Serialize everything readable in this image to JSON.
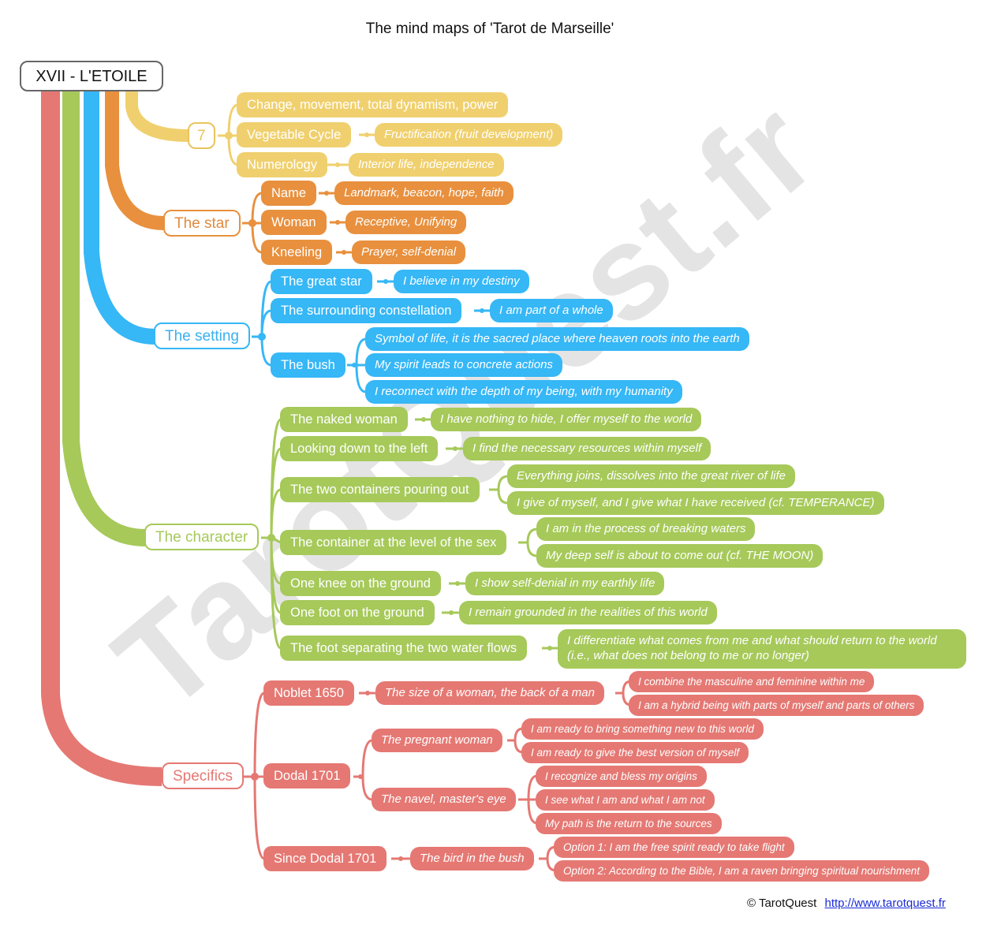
{
  "title": "The mind maps of 'Tarot de Marseille'",
  "watermark": "TarotQuest.fr",
  "root": "XVII - L'ETOILE",
  "colors": {
    "yellow": "#f0d06e",
    "orange": "#e8903e",
    "blue": "#36b7f6",
    "green": "#a6c95a",
    "red": "#e57873"
  },
  "branches": {
    "seven": {
      "label": "7",
      "items": [
        {
          "label": "Change, movement, total dynamism, power"
        },
        {
          "label": "Vegetable Cycle",
          "detail": "Fructification (fruit development)"
        },
        {
          "label": "Numerology",
          "detail": "Interior life, independence"
        }
      ]
    },
    "star": {
      "label": "The star",
      "items": [
        {
          "label": "Name",
          "detail": "Landmark, beacon, hope, faith"
        },
        {
          "label": "Woman",
          "detail": "Receptive, Unifying"
        },
        {
          "label": "Kneeling",
          "detail": "Prayer, self-denial"
        }
      ]
    },
    "setting": {
      "label": "The setting",
      "items": [
        {
          "label": "The great star",
          "detail": "I believe in my destiny"
        },
        {
          "label": "The surrounding constellation",
          "detail": "I am part of a whole"
        },
        {
          "label": "The bush",
          "details": [
            "Symbol of life, it is the sacred place where heaven roots into the earth",
            "My spirit leads to concrete actions",
            "I reconnect with the depth of my being, with my humanity"
          ]
        }
      ]
    },
    "character": {
      "label": "The character",
      "items": [
        {
          "label": "The naked woman",
          "detail": "I have nothing to hide, I offer myself to the world"
        },
        {
          "label": "Looking down to the left",
          "detail": "I find the necessary resources within myself"
        },
        {
          "label": "The two containers pouring out",
          "details": [
            "Everything joins, dissolves into the great river of life",
            "I give of myself, and I give what I have received (cf. TEMPERANCE)"
          ]
        },
        {
          "label": "The container at the level of the sex",
          "details": [
            "I am in the process of breaking waters",
            "My deep self is about to come out (cf. THE MOON)"
          ]
        },
        {
          "label": "One knee on the ground",
          "detail": "I show self-denial in my earthly life"
        },
        {
          "label": "One foot on the ground",
          "detail": "I remain grounded in the realities of this world"
        },
        {
          "label": "The foot separating the two water flows",
          "detail_line1": "I differentiate what comes from me and what should return to the world",
          "detail_line2": "(i.e., what does not belong to me or no longer)"
        }
      ]
    },
    "specifics": {
      "label": "Specifics",
      "items": [
        {
          "label": "Noblet 1650",
          "sub": [
            {
              "label": "The size of a woman, the back of a man",
              "details": [
                "I combine the masculine and feminine within me",
                "I am a hybrid being with parts of myself and parts of others"
              ]
            }
          ]
        },
        {
          "label": "Dodal 1701",
          "sub": [
            {
              "label": "The pregnant woman",
              "details": [
                "I am ready to bring something new to this world",
                "I am ready to give the best version of myself"
              ]
            },
            {
              "label": "The navel, master's eye",
              "details": [
                "I recognize and bless my origins",
                "I see what I am and what I am not",
                "My path is the return to the sources"
              ]
            }
          ]
        },
        {
          "label": "Since Dodal 1701",
          "sub": [
            {
              "label": "The bird in the bush",
              "details": [
                "Option 1: I am the free spirit ready to take flight",
                "Option 2: According to the Bible, I am a raven bringing spiritual nourishment"
              ]
            }
          ]
        }
      ]
    }
  },
  "footer": {
    "copyright": "© TarotQuest",
    "link": "http://www.tarotquest.fr"
  }
}
